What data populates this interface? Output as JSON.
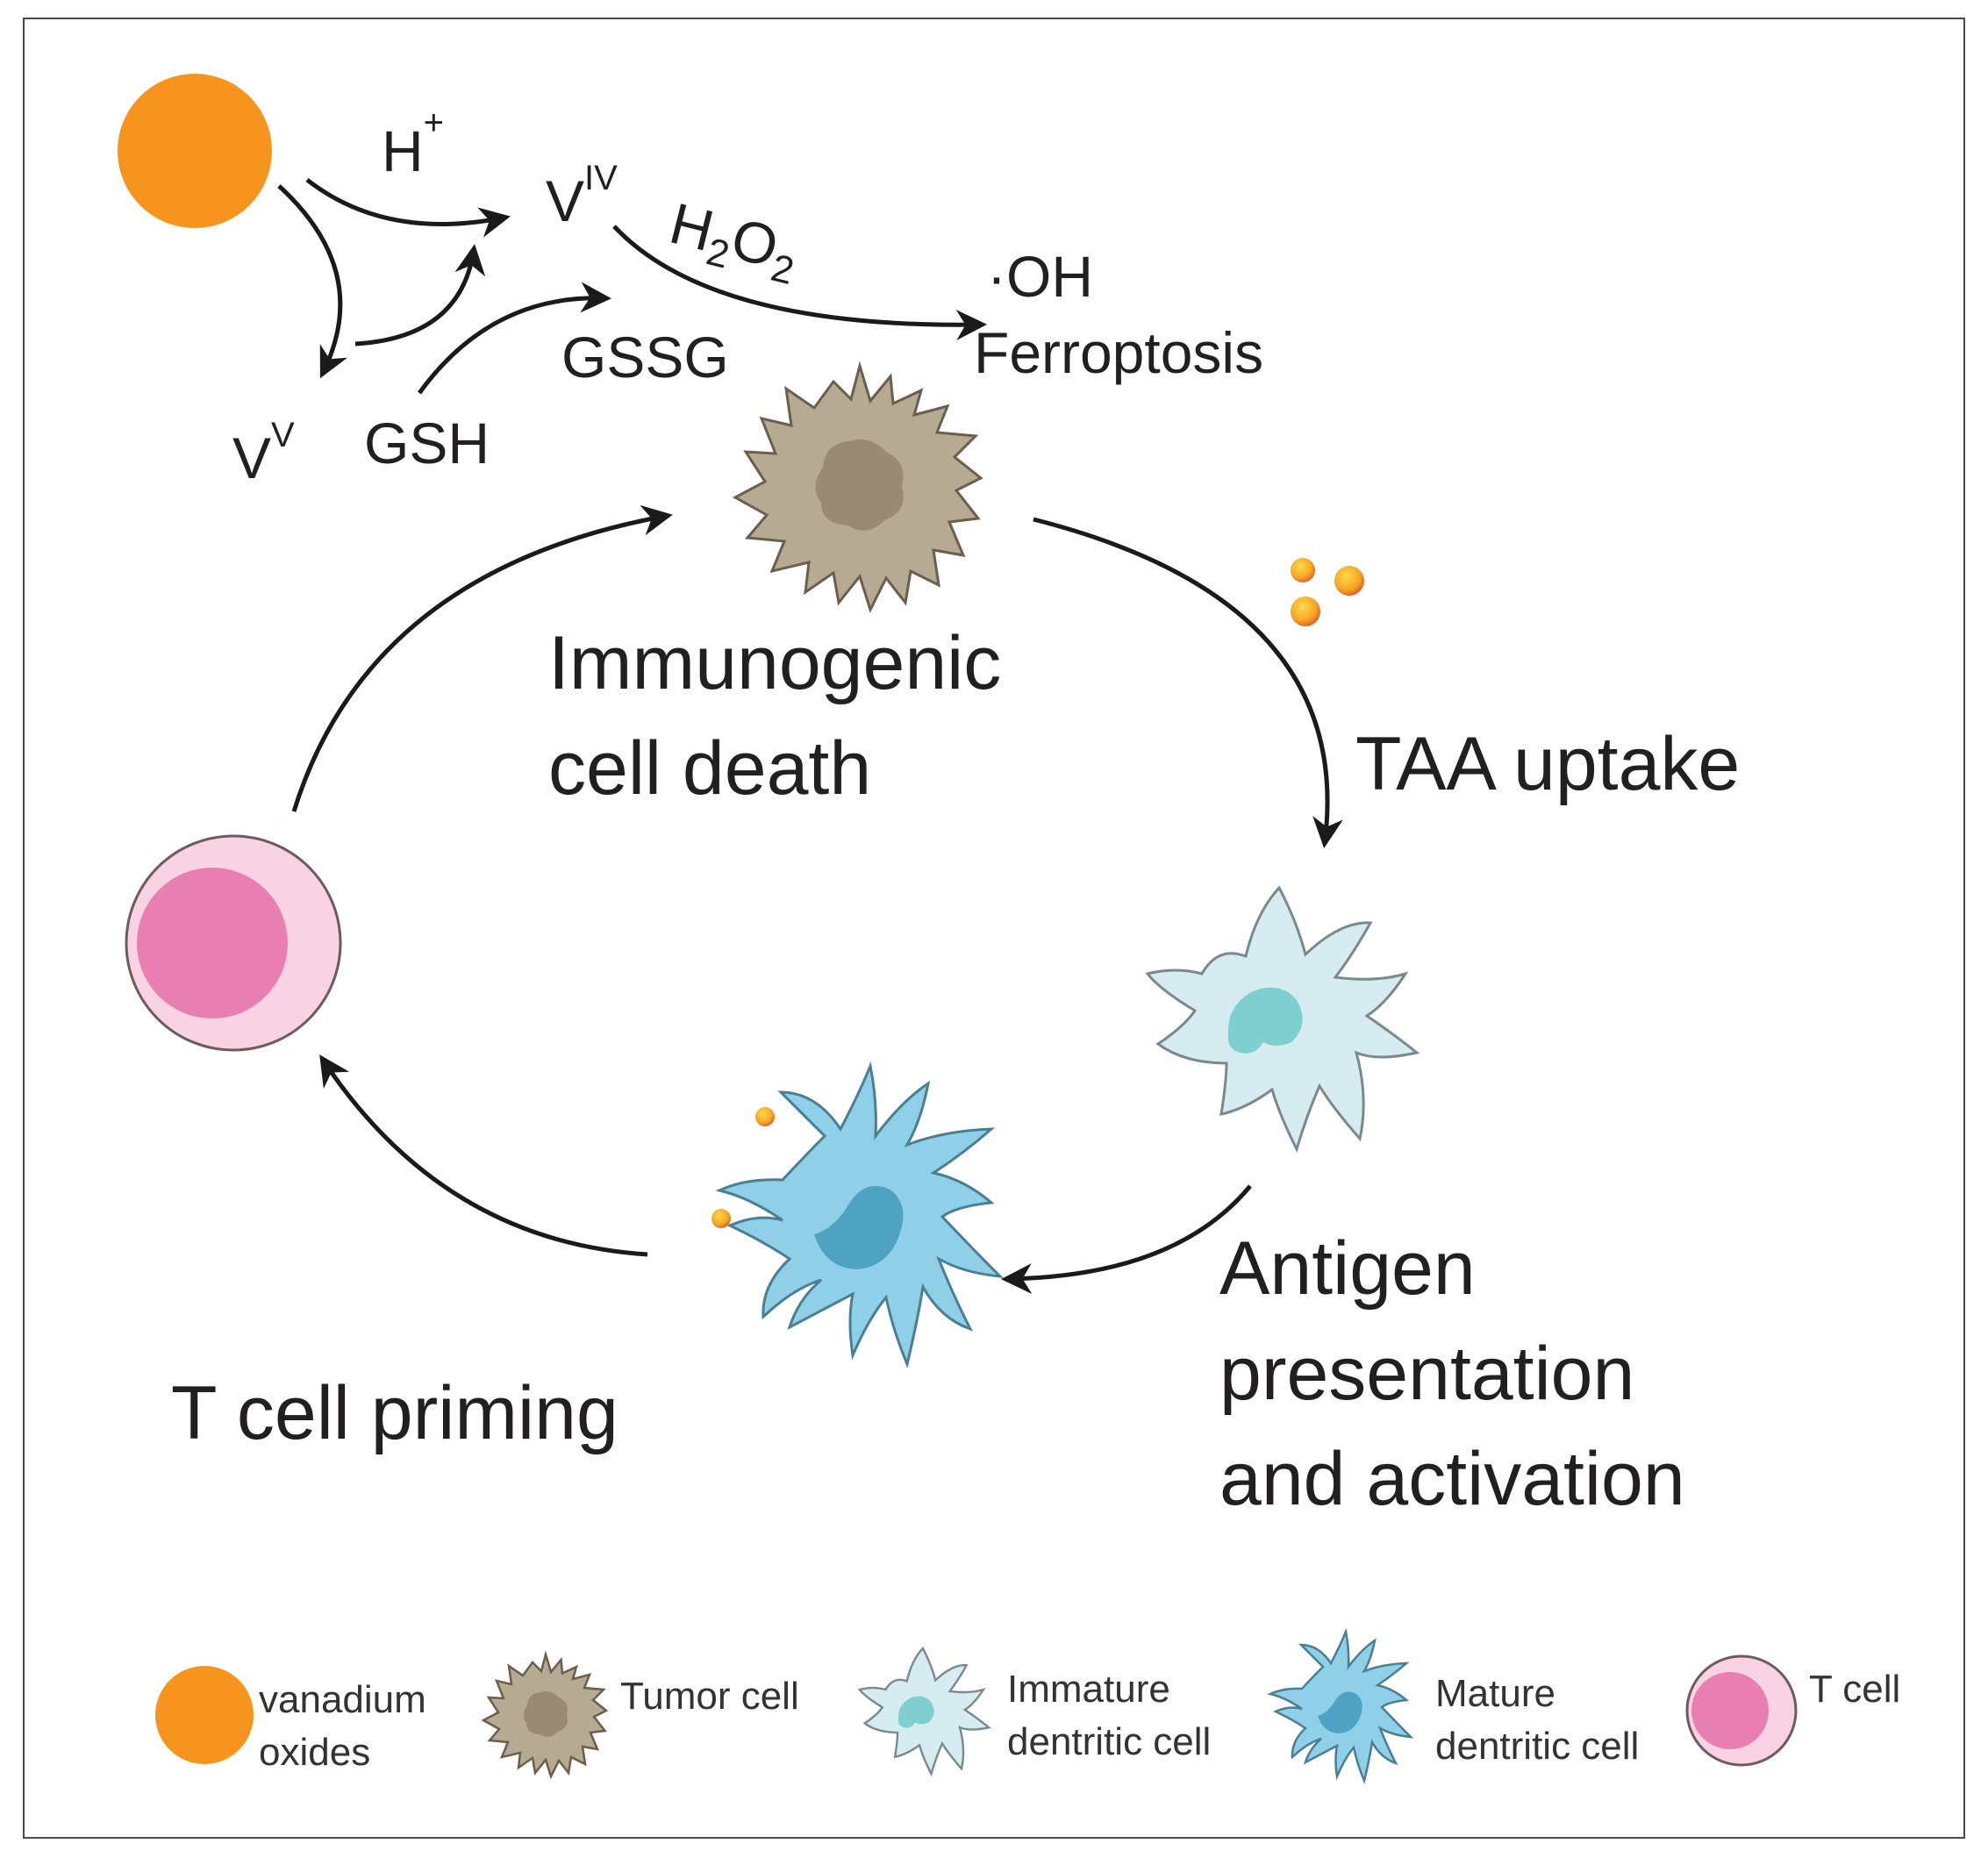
{
  "chemistry": {
    "h_plus": "H",
    "h_plus_sup": "+",
    "v_iv": "V",
    "v_iv_sup": "IV",
    "v_v": "V",
    "v_v_sup": "V",
    "gsh": "GSH",
    "gssg": "GSSG",
    "h2o2_h": "H",
    "h2o2_sub1": "2",
    "h2o2_o": "O",
    "h2o2_sub2": "2",
    "oh_radical": "·OH",
    "ferroptosis": "Ferroptosis"
  },
  "cycle": {
    "immunogenic_line1": "Immunogenic",
    "immunogenic_line2": "cell death",
    "taa_uptake": "TAA uptake",
    "antigen_line1": "Antigen",
    "antigen_line2": "presentation",
    "antigen_line3": "and activation",
    "t_cell_priming": "T cell priming"
  },
  "legend": {
    "vanadium_line1": "vanadium",
    "vanadium_line2": "oxides",
    "tumor": "Tumor cell",
    "immature_line1": "Immature",
    "immature_line2": "dentritic cell",
    "mature_line1": "Mature",
    "mature_line2": "dentritic cell",
    "t_cell": "T cell"
  },
  "colors": {
    "vanadium_orange": "#f7941d",
    "tumor_body": "#b7aa93",
    "tumor_nucleus": "#9a8a74",
    "immature_body": "#d6ecf0",
    "immature_nucleus": "#7fcfd0",
    "mature_body": "#8fd0e8",
    "mature_nucleus": "#4fa3c2",
    "tcell_outer": "#f9d3e3",
    "tcell_inner": "#e97fb1",
    "antigen_particle": "#f5a623"
  }
}
